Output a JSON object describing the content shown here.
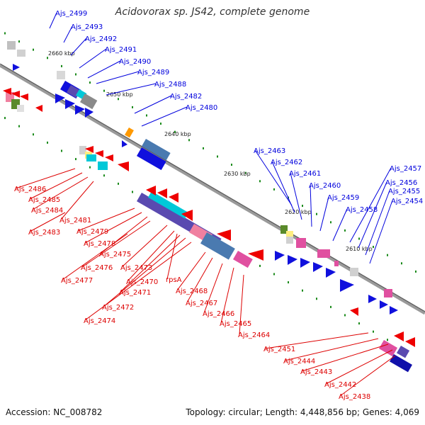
{
  "title": "Acidovorax sp. JS42, complete genome",
  "footer": {
    "accession": "Accession: NC_008782",
    "summary": "Topology: circular; Length: 4,448,856 bp; Genes: 4,069"
  },
  "colors": {
    "backbone": "#8a8a8a",
    "forward_label": "#0000dd",
    "reverse_label": "#dd0000",
    "tick": "#1a8a1a"
  },
  "scale_labels": [
    "2660 kbp",
    "2650 kbp",
    "2640 kbp",
    "2630 kbp",
    "2620 kbp",
    "2610 kbp"
  ],
  "forward_genes": [
    "Ajs_2499",
    "Ajs_2493",
    "Ajs_2492",
    "Ajs_2491",
    "Ajs_2490",
    "Ajs_2489",
    "Ajs_2488",
    "Ajs_2482",
    "Ajs_2480",
    "Ajs_2463",
    "Ajs_2462",
    "Ajs_2461",
    "Ajs_2460",
    "Ajs_2459",
    "Ajs_2458",
    "Ajs_2457",
    "Ajs_2456",
    "Ajs_2455",
    "Ajs_2454"
  ],
  "reverse_genes": [
    "Ajs_2486",
    "Ajs_2485",
    "Ajs_2484",
    "Ajs_2481",
    "Ajs_2483",
    "Ajs_2479",
    "Ajs_2478",
    "Ajs_2475",
    "Ajs_2476",
    "Ajs_2473",
    "Ajs_2477",
    "Ajs_2470",
    "Ajs_2471",
    "Ajs_2472",
    "Ajs_2474",
    "rpsA",
    "Ajs_2468",
    "Ajs_2467",
    "Ajs_2466",
    "Ajs_2465",
    "Ajs_2464",
    "Ajs_2451",
    "Ajs_2444",
    "Ajs_2443",
    "Ajs_2442",
    "Ajs_2438"
  ]
}
